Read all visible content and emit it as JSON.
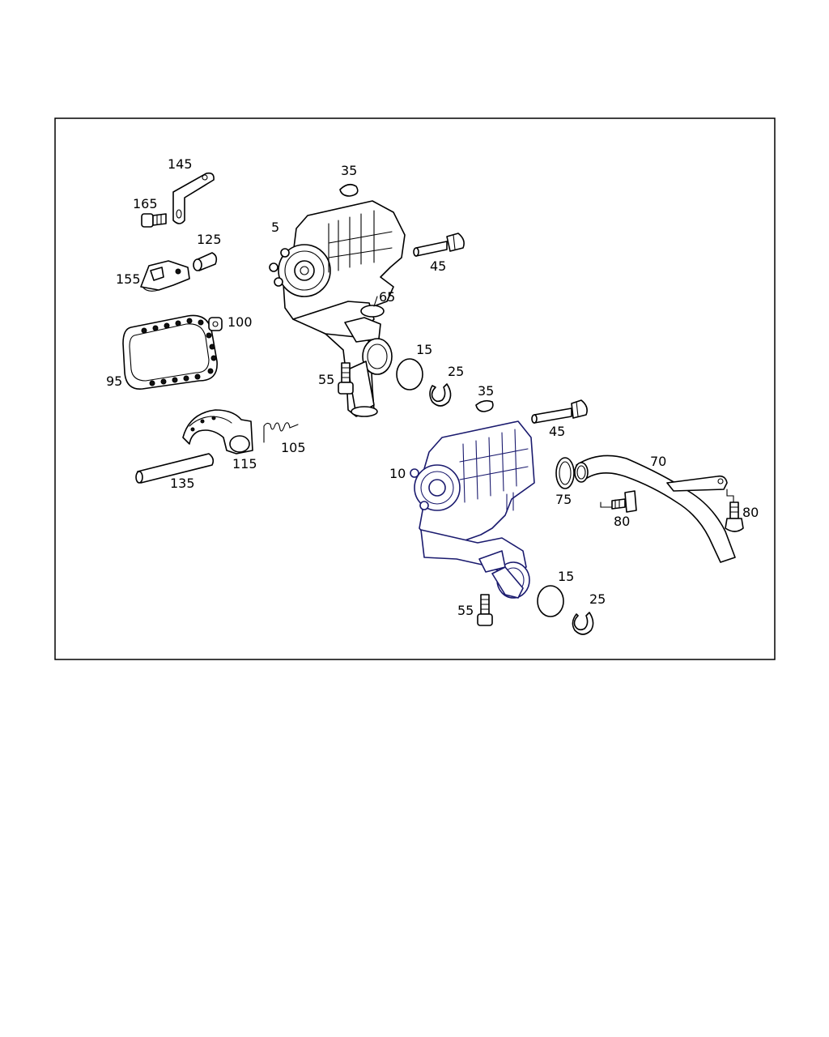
{
  "labels": {
    "l145": "145",
    "l165": "165",
    "l125": "125",
    "l155": "155",
    "l100": "100",
    "l95": "95",
    "l5": "5",
    "l35a": "35",
    "l45a": "45",
    "l65": "65",
    "l15a": "15",
    "l25a": "25",
    "l55a": "55",
    "l35b": "35",
    "l45b": "45",
    "l115": "115",
    "l105": "105",
    "l135": "135",
    "l10": "10",
    "l70": "70",
    "l75": "75",
    "l80a": "80",
    "l80b": "80",
    "l15b": "15",
    "l25b": "25",
    "l55b": "55"
  },
  "colors": {
    "line": "#000000",
    "accent": "#1a1a6e",
    "background": "#ffffff"
  }
}
